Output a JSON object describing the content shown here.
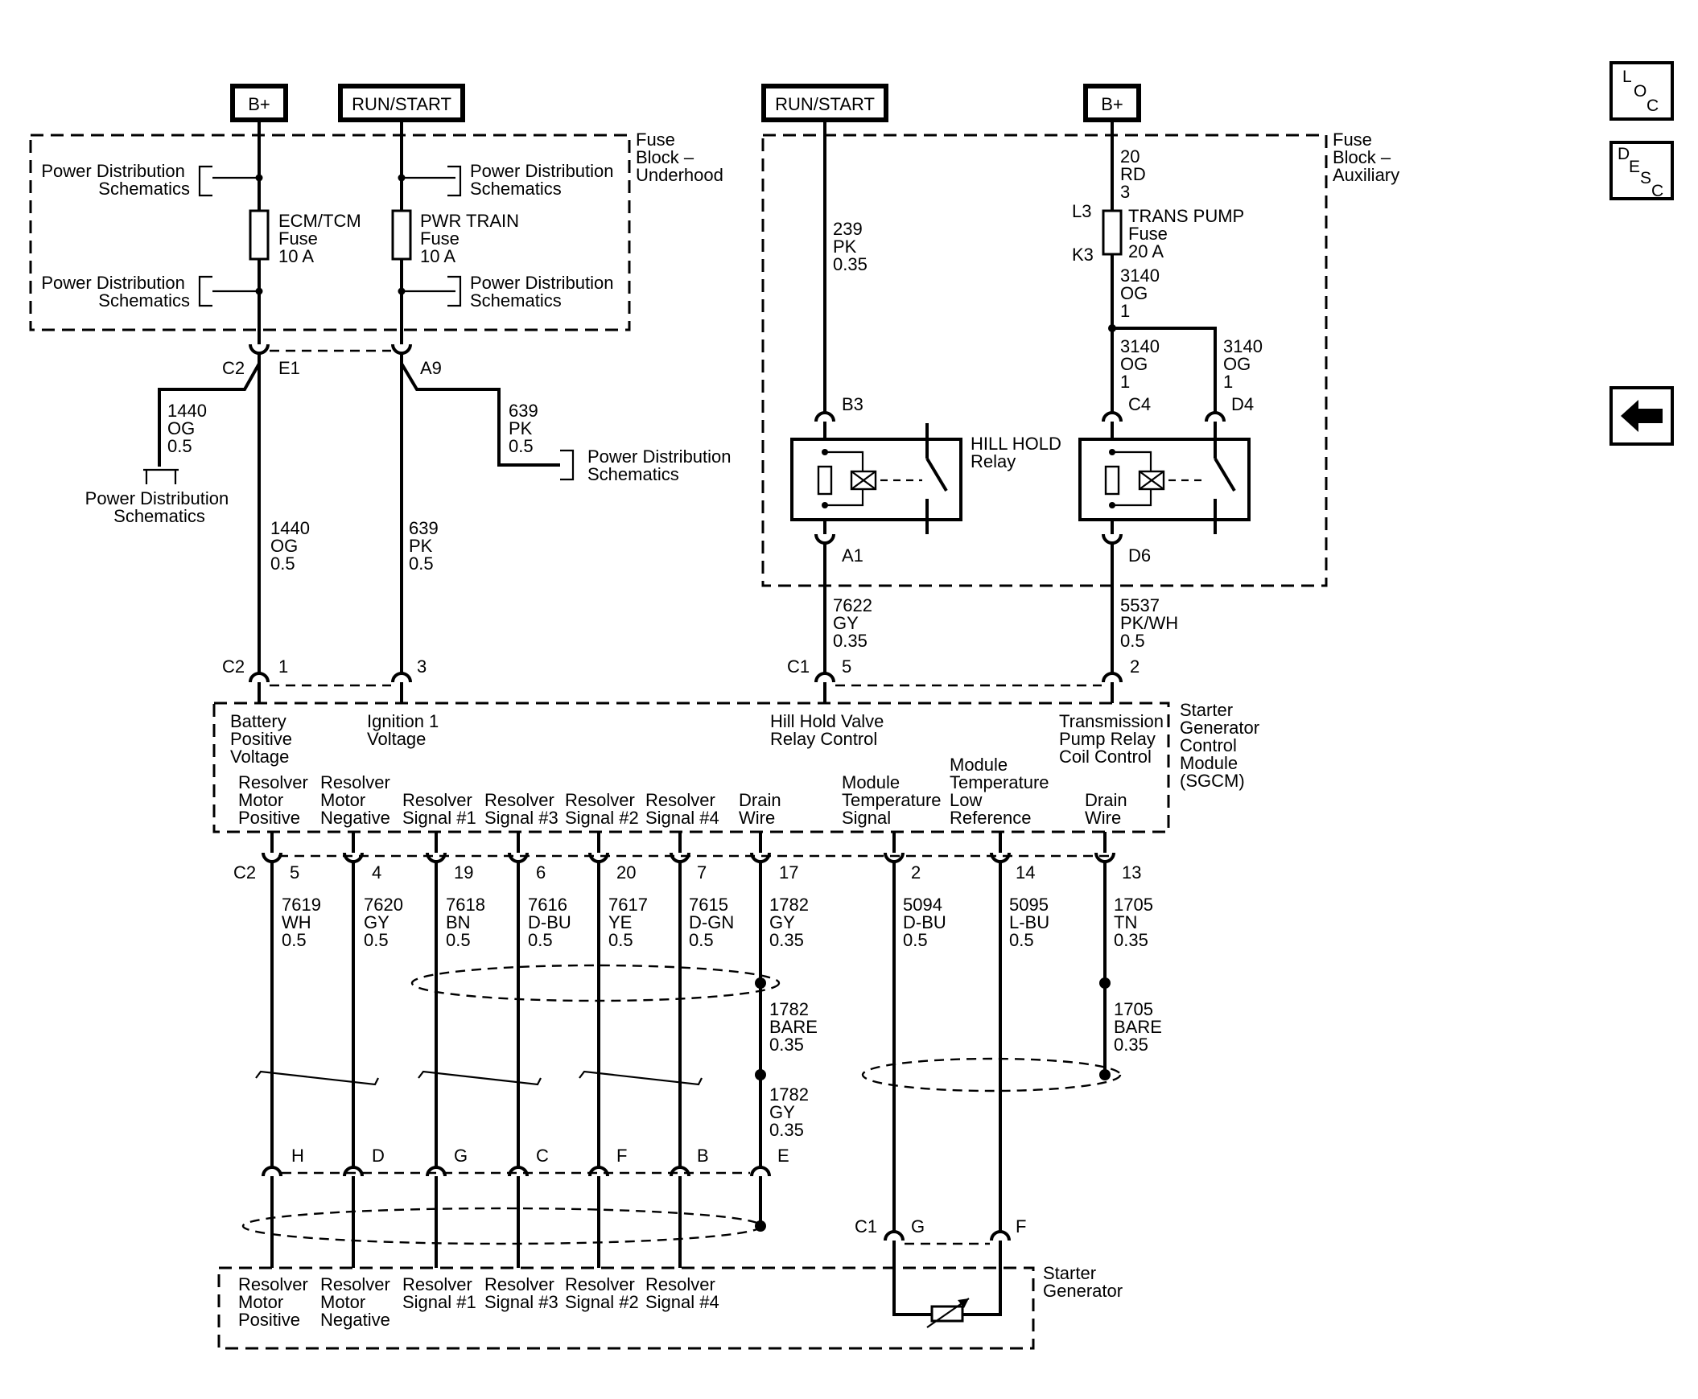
{
  "power_labels": {
    "bplus": "B+",
    "run_start": "RUN/START"
  },
  "fuse_block_underhood": [
    "Fuse",
    "Block –",
    "Underhood"
  ],
  "fuse_block_auxiliary": [
    "Fuse",
    "Block –",
    "Auxiliary"
  ],
  "power_distribution": [
    "Power Distribution",
    "Schematics"
  ],
  "fuses": {
    "ecm": [
      "ECM/TCM",
      "Fuse",
      "10 A"
    ],
    "pwr": [
      "PWR TRAIN",
      "Fuse",
      "10 A"
    ],
    "trans": [
      "TRANS PUMP",
      "Fuse",
      "20 A"
    ]
  },
  "pins": {
    "c2": "C2",
    "c1": "C1",
    "e1": "E1",
    "a9": "A9",
    "b3": "B3",
    "a1": "A1",
    "c4": "C4",
    "d4": "D4",
    "d6": "D6",
    "l3": "L3",
    "k3": "K3",
    "p1": "1",
    "p3": "3",
    "p5": "5",
    "p2": "2",
    "p4": "4",
    "p19": "19",
    "p6": "6",
    "p20": "20",
    "p7": "7",
    "p17": "17",
    "p14": "14",
    "p13": "13",
    "h": "H",
    "d": "D",
    "g": "G",
    "c": "C",
    "f": "F",
    "b": "B",
    "e": "E"
  },
  "wires": {
    "w1440": [
      "1440",
      "OG",
      "0.5"
    ],
    "w639": [
      "639",
      "PK",
      "0.5"
    ],
    "w239": [
      "239",
      "PK",
      "0.35"
    ],
    "w20": [
      "20",
      "RD",
      "3"
    ],
    "w3140": [
      "3140",
      "OG",
      "1"
    ],
    "w7622": [
      "7622",
      "GY",
      "0.35"
    ],
    "w5537": [
      "5537",
      "PK/WH",
      "0.5"
    ],
    "w7619": [
      "7619",
      "WH",
      "0.5"
    ],
    "w7620": [
      "7620",
      "GY",
      "0.5"
    ],
    "w7618": [
      "7618",
      "BN",
      "0.5"
    ],
    "w7616": [
      "7616",
      "D-BU",
      "0.5"
    ],
    "w7617": [
      "7617",
      "YE",
      "0.5"
    ],
    "w7615": [
      "7615",
      "D-GN",
      "0.5"
    ],
    "w1782gy": [
      "1782",
      "GY",
      "0.35"
    ],
    "w1782bare": [
      "1782",
      "BARE",
      "0.35"
    ],
    "w5094": [
      "5094",
      "D-BU",
      "0.5"
    ],
    "w5095": [
      "5095",
      "L-BU",
      "0.5"
    ],
    "w1705tn": [
      "1705",
      "TN",
      "0.35"
    ],
    "w1705bare": [
      "1705",
      "BARE",
      "0.35"
    ]
  },
  "relays": {
    "hill_hold": [
      "HILL HOLD",
      "Relay"
    ]
  },
  "sgcm": {
    "name": [
      "Starter",
      "Generator",
      "Control",
      "Module",
      "(SGCM)"
    ],
    "battery": [
      "Battery",
      "Positive",
      "Voltage"
    ],
    "ignition": [
      "Ignition 1",
      "Voltage"
    ],
    "hill_hold_valve": [
      "Hill Hold Valve",
      "Relay Control"
    ],
    "trans_pump": [
      "Transmission",
      "Pump Relay",
      "Coil Control"
    ],
    "res_motor_pos": [
      "Resolver",
      "Motor",
      "Positive"
    ],
    "res_motor_neg": [
      "Resolver",
      "Motor",
      "Negative"
    ],
    "res_sig1": [
      "Resolver",
      "Signal #1"
    ],
    "res_sig3": [
      "Resolver",
      "Signal #3"
    ],
    "res_sig2": [
      "Resolver",
      "Signal #2"
    ],
    "res_sig4": [
      "Resolver",
      "Signal #4"
    ],
    "drain": [
      "Drain",
      "Wire"
    ],
    "mod_temp_sig": [
      "Module",
      "Temperature",
      "Signal"
    ],
    "mod_temp_low": [
      "Module",
      "Temperature",
      "Low",
      "Reference"
    ]
  },
  "starter_generator": [
    "Starter",
    "Generator"
  ],
  "nav": {
    "loc": [
      "L",
      "O",
      "C"
    ],
    "desc": [
      "D",
      "E",
      "S",
      "C"
    ]
  }
}
